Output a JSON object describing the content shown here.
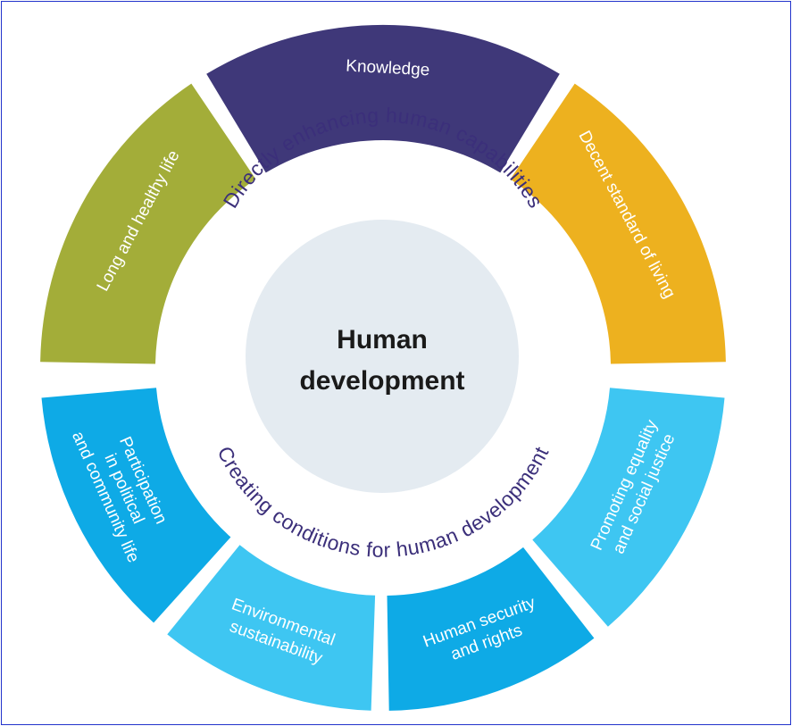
{
  "center": {
    "line1": "Human",
    "line2": "development"
  },
  "top_ring_text": "Directly enhancing human capabilities",
  "bottom_ring_text": "Creating conditions for human development",
  "segments": {
    "long_healthy_life": {
      "line1": "Long and healthy life",
      "color": "#a3ad39"
    },
    "knowledge": {
      "line1": "Knowledge",
      "color": "#3f3879"
    },
    "decent_standard": {
      "line1": "Decent standard of living",
      "color": "#edb11f"
    },
    "participation": {
      "line1": "Participation",
      "line2": "in political",
      "line3": "and community life",
      "color": "#0eaae6"
    },
    "environmental": {
      "line1": "Environmental",
      "line2": "sustainability",
      "color": "#3ec6f2"
    },
    "human_security": {
      "line1": "Human security",
      "line2": "and rights",
      "color": "#0eaae6"
    },
    "promoting_equality": {
      "line1": "Promoting equality",
      "line2": "and social justice",
      "color": "#3ec6f2"
    }
  },
  "colors": {
    "center_fill": "#e4ebf1",
    "ring_text": "#3b2f7a",
    "frame": "#2233cc"
  }
}
